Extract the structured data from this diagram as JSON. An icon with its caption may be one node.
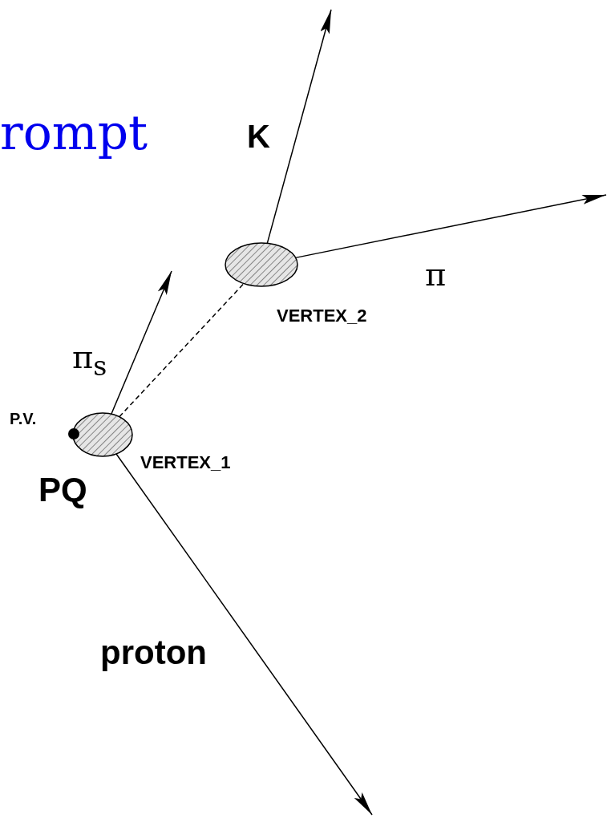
{
  "diagram": {
    "nodes": [
      {
        "text": [],
        "shape": "ellipse",
        "beside": [
          "VERTEX_1"
        ]
      },
      {
        "text": [],
        "shape": "ellipse",
        "beside": [
          "VERTEX_2"
        ]
      }
    ],
    "edges": [
      {
        "from": 0,
        "to": null,
        "arrow": "to",
        "label": "π$_{s}$"
      },
      {
        "from": 0,
        "to": 1,
        "arrow": "none",
        "style": "dashed"
      },
      {
        "from": 0,
        "to": null,
        "arrow": "to",
        "label": "proton"
      },
      {
        "from": 1,
        "to": null,
        "arrow": "to",
        "label": "K"
      },
      {
        "from": 1,
        "to": null,
        "arrow": "to",
        "label": "π"
      }
    ],
    "labels": [
      "rompt",
      "P.V.",
      "PQ"
    ]
  }
}
